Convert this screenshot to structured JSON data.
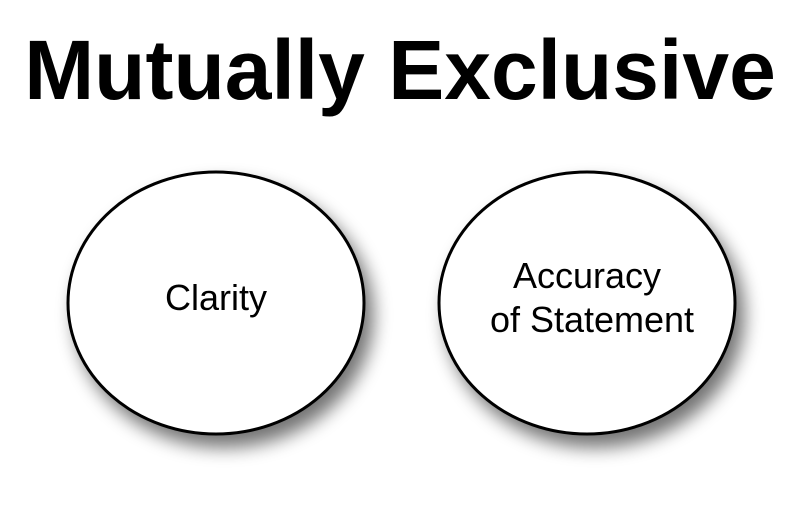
{
  "title": "Mutually Exclusive",
  "circles": [
    {
      "lines": [
        "Clarity"
      ]
    },
    {
      "lines": [
        "Accuracy",
        "of Statement"
      ]
    }
  ],
  "colors": {
    "background": "#ffffff",
    "circle_fill": "#ffffff",
    "circle_stroke": "#000000",
    "text": "#000000"
  }
}
